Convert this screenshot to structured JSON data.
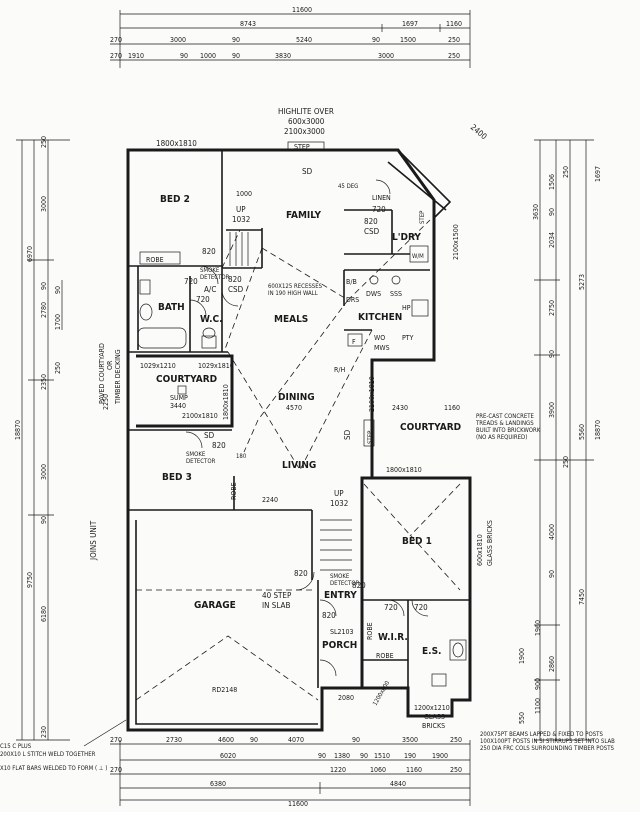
{
  "top_dims": {
    "row1": [
      "11600"
    ],
    "row2": [
      "8743",
      "1697",
      "1160"
    ],
    "row3": [
      "270",
      "3000",
      "90",
      "5240",
      "90",
      "1500",
      "250"
    ],
    "row4": [
      "270",
      "1910",
      "90",
      "1000",
      "90",
      "3830",
      "3000",
      "250"
    ]
  },
  "bottom_dims": {
    "row1": [
      "270",
      "2730",
      "4600",
      "90",
      "4070",
      "90",
      "3500",
      "250"
    ],
    "row2": [
      "6020",
      "90",
      "1380",
      "90",
      "1510",
      "190",
      "1900"
    ],
    "row3": [
      "270",
      "1220",
      "1060",
      "1160",
      "250"
    ],
    "row4": [
      "6380",
      "4840"
    ],
    "row5": [
      "11600"
    ]
  },
  "left_dims": [
    "250",
    "3000",
    "6970",
    "2780",
    "1700",
    "90",
    "250",
    "90",
    "18870",
    "2350",
    "3000",
    "9750",
    "90",
    "6180",
    "230"
  ],
  "right_dims": [
    "1697",
    "250",
    "1506",
    "3630",
    "90",
    "2034",
    "5273",
    "2750",
    "90",
    "3900",
    "5560",
    "18870",
    "250",
    "4000",
    "7450",
    "90",
    "1960",
    "2860",
    "1900",
    "900",
    "550",
    "1100"
  ],
  "rooms": {
    "bed2": "BED 2",
    "family": "FAMILY",
    "ldry": "L'DRY",
    "bath": "BATH",
    "wc": "W.C.",
    "meals": "MEALS",
    "kitchen": "KITCHEN",
    "courtyard_left": "COURTYARD",
    "dining": "DINING",
    "courtyard_right": "COURTYARD",
    "living": "LIVING",
    "bed3": "BED 3",
    "bed1": "BED 1",
    "garage": "GARAGE",
    "entry": "ENTRY",
    "wir": "W.I.R.",
    "porch": "PORCH",
    "es": "E.S."
  },
  "labels": {
    "highlite": "HIGHLITE OVER",
    "highlite_size1": "600x3000",
    "highlite_size2": "2100x3000",
    "bed2_window": "1800x1810",
    "step_top": "STEP",
    "sd_top": "SD",
    "sd_45": "45 DEG",
    "up_1032": "UP",
    "up_1032_val": "1032",
    "n1000": "1000",
    "linen": "LINEN",
    "n720_ldry": "720",
    "n820_csd_a": "820",
    "csd_a": "CSD",
    "step_ldry": "STEP",
    "wm": "W/M",
    "ldry_window": "2100x1500",
    "n820_bed2": "820",
    "robe_bed2": "ROBE",
    "n720_bath": "720",
    "smoke_1": "SMOKE",
    "detector_1": "DETECTOR",
    "ac": "A/C",
    "n820_csd_b": "820",
    "csd_b": "CSD",
    "n720_wc": "720",
    "recess_1": "600X125 RECESSES",
    "recess_2": "IN 190 HIGH WALL",
    "bb": "B/B",
    "drs": "DRS",
    "dws": "DWS",
    "sss": "SSS",
    "hp": "HP",
    "f": "F",
    "wo": "WO",
    "mws": "MWS",
    "pty": "PTY",
    "n2250": "2250",
    "n1029_a": "1029x1210",
    "n1029_b": "1029x1810",
    "n1800_court": "1800x1810",
    "sump": "SUMP",
    "n3440": "3440",
    "n2100_court": "2100x1810",
    "rh": "R/H",
    "n4570": "4570",
    "sd_dining": "SD",
    "step_dining": "STEP",
    "n2100_dining": "2100x1810",
    "n2430": "2430",
    "n1160_court": "1160",
    "precast_1": "PRE-CAST CONCRETE",
    "precast_2": "TREADS & LANDINGS",
    "precast_3": "BUILT INTO BRICKWORK",
    "precast_4": "(NO AS REQUIRED)",
    "sd_bed3": "SD",
    "n820_bed3": "820",
    "smoke_2": "SMOKE",
    "detector_2": "DETECTOR",
    "robe_bed3": "ROBE",
    "n180": "180",
    "n2240": "2240",
    "up_entry": "UP",
    "up_entry_val": "1032",
    "n1800_bed1": "1800x1810",
    "glass_bricks_side_1": "600x1810",
    "glass_bricks_side_2": "GLASS BRICKS",
    "n820_garage": "820",
    "step_garage_1": "40 STEP",
    "step_garage_2": "IN SLAB",
    "smoke_3": "SMOKE",
    "detector_3": "DETECTOR",
    "n820_entry": "820",
    "n820_porch": "820",
    "n720_wir": "720",
    "n720_es": "720",
    "robe_wir1": "ROBE",
    "robe_wir2": "ROBE",
    "sl2103": "SL2103",
    "rd2148": "RD2148",
    "n2080": "2080",
    "n1200x600": "1200x600",
    "gb_bottom_1": "1200x1210",
    "gb_bottom_2": "GLASS",
    "gb_bottom_3": "BRICKS",
    "joins_unit": "JOINS UNIT",
    "paved_1": "PAVED COURTYARD",
    "paved_2": "OR",
    "paved_3": "TIMBER DECKING",
    "note_left_1": "C15 C PLUS",
    "note_left_2": "200X10 L STITCH WELD TOGETHER",
    "note_left_3": "X10 FLAT BARS WELDED TO FORM ( ⊥ )",
    "note_right_1": "200X75PT BEAMS LAPPED & FIXED TO POSTS",
    "note_right_2": "100X100PT POSTS IN SI STIRRUPS SET INTO SLAB",
    "note_right_3": "250 DIA FRC COLS SURROUNDING TIMBER POSTS",
    "n2400": "2400"
  }
}
